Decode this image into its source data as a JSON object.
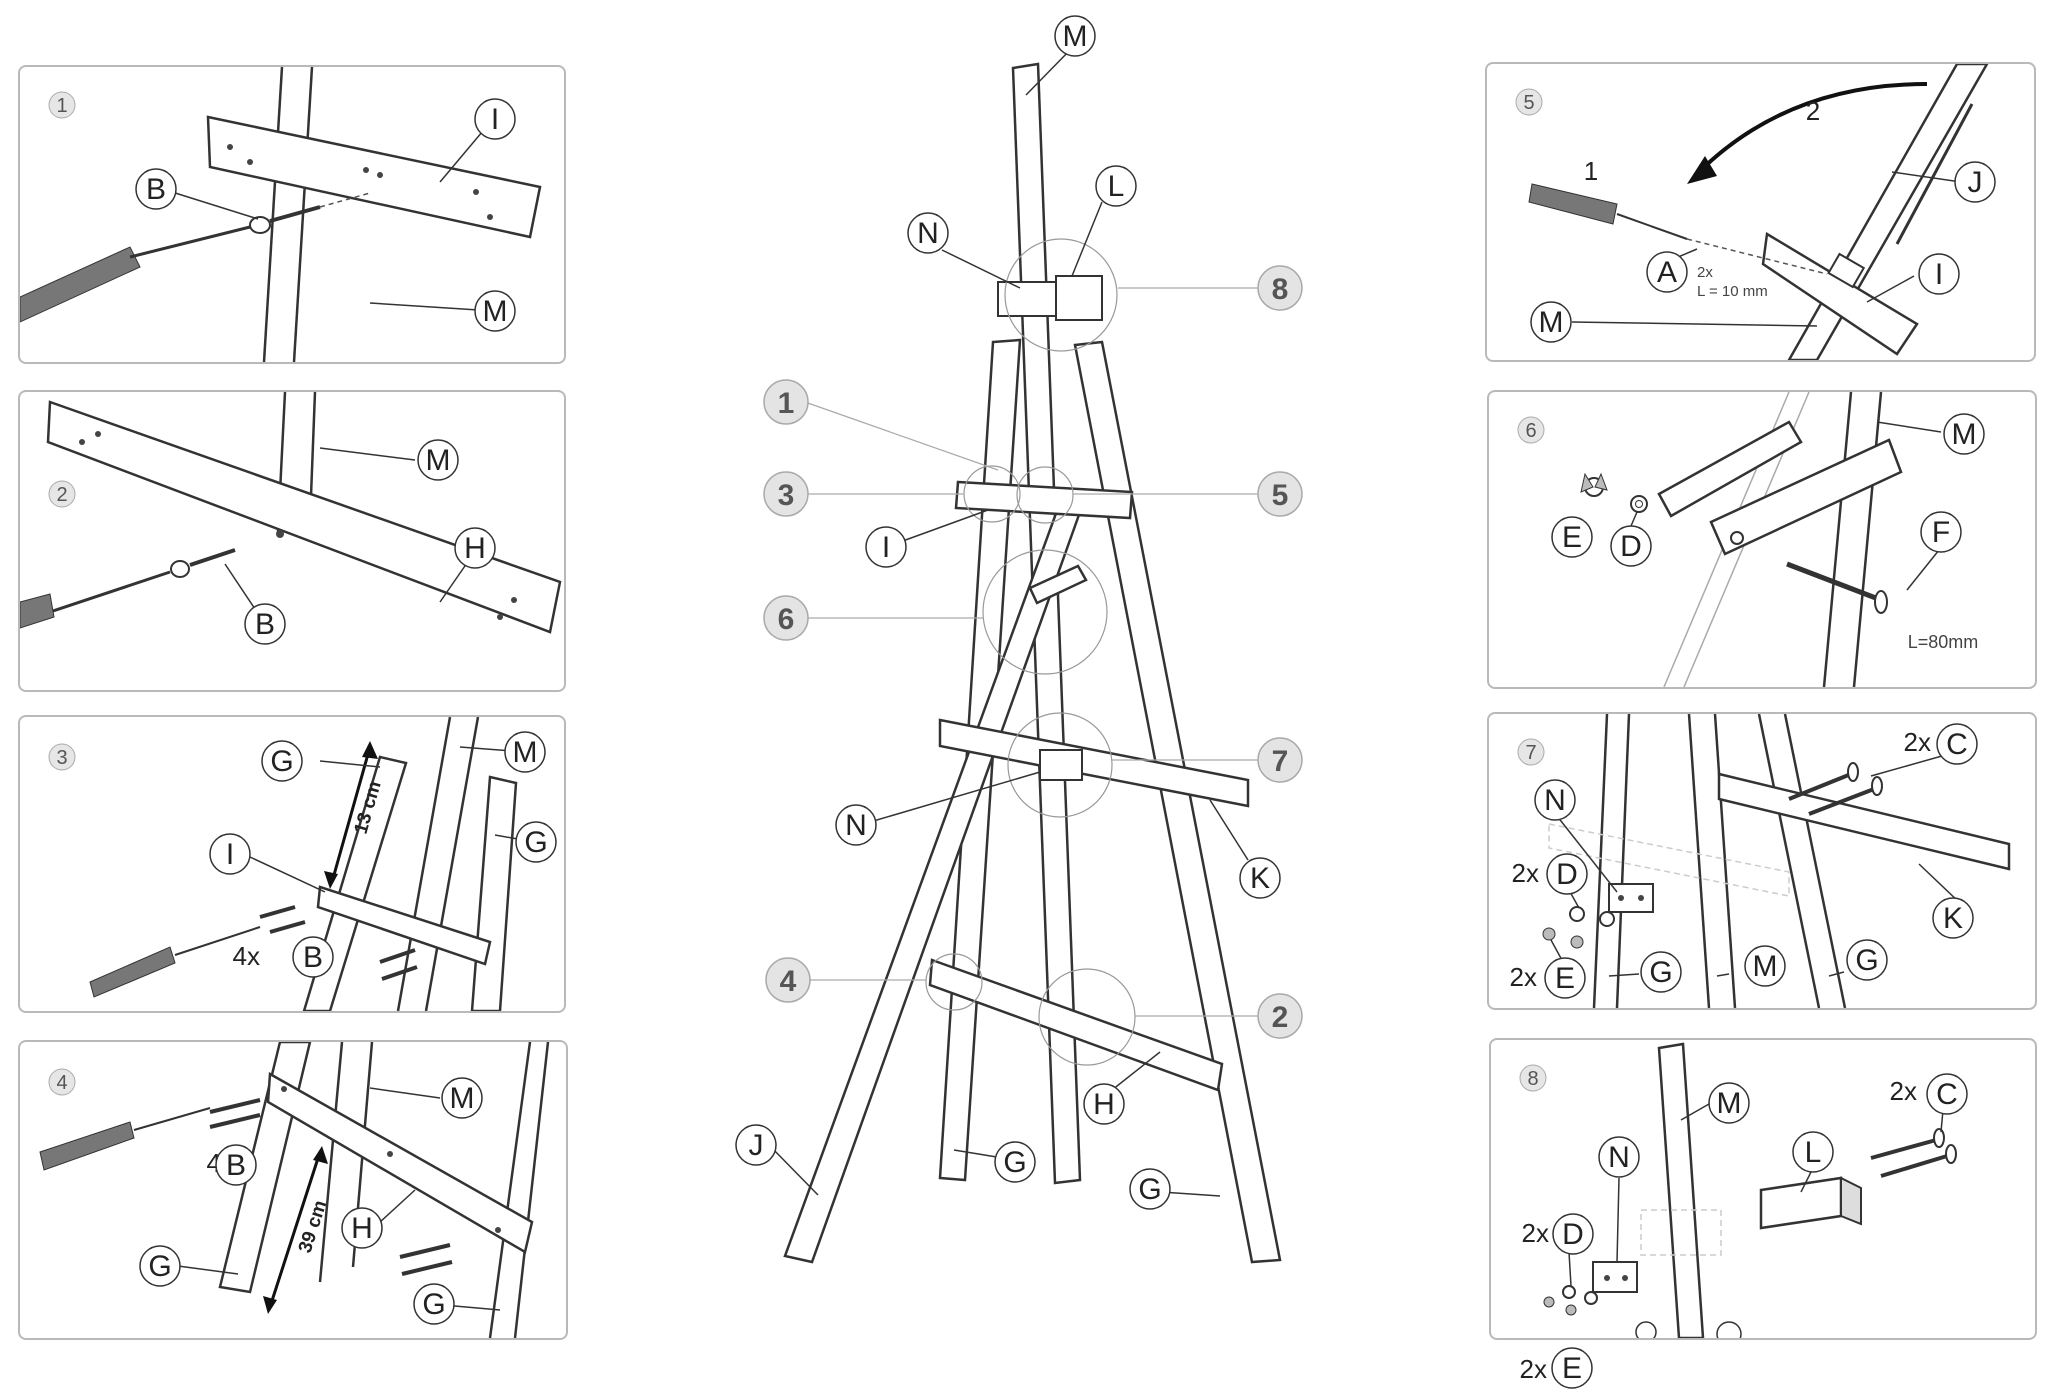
{
  "panels": [
    {
      "id": "p1",
      "step": "1",
      "labels": {
        "i": "I",
        "b": "B",
        "m": "M"
      }
    },
    {
      "id": "p2",
      "step": "2",
      "labels": {
        "m": "M",
        "h": "H",
        "b": "B"
      }
    },
    {
      "id": "p3",
      "step": "3",
      "labels": {
        "g1": "G",
        "m": "M",
        "g2": "G",
        "i": "I",
        "b": "B"
      },
      "qty_b": "4x",
      "dimension": "13 cm"
    },
    {
      "id": "p4",
      "step": "4",
      "labels": {
        "m": "M",
        "b": "B",
        "h": "H",
        "g1": "G",
        "g2": "G"
      },
      "qty_b": "4x",
      "dimension": "39 cm"
    },
    {
      "id": "p5",
      "step": "5",
      "labels": {
        "j": "J",
        "a": "A",
        "i": "I",
        "m": "M"
      },
      "sub1": "1",
      "sub2": "2",
      "screw_qty": "2x",
      "screw_len": "L = 10 mm"
    },
    {
      "id": "p6",
      "step": "6",
      "labels": {
        "m": "M",
        "e": "E",
        "d": "D",
        "f": "F"
      },
      "bolt_len": "L=80mm"
    },
    {
      "id": "p7",
      "step": "7",
      "labels": {
        "c": "C",
        "n": "N",
        "d": "D",
        "e": "E",
        "k": "K",
        "g1": "G",
        "m": "M",
        "g2": "G"
      },
      "qty_c": "2x",
      "qty_d": "2x",
      "qty_e": "2x"
    },
    {
      "id": "p8",
      "step": "8",
      "labels": {
        "m": "M",
        "c": "C",
        "n": "N",
        "l": "L",
        "d": "D",
        "e": "E"
      },
      "qty_c": "2x",
      "qty_d": "2x",
      "qty_e": "2x"
    }
  ],
  "overview": {
    "labels": {
      "m": "M",
      "n_top": "N",
      "l": "L",
      "i": "I",
      "n_mid": "N",
      "k": "K",
      "h": "H",
      "j": "J",
      "g_left": "G",
      "g_right": "G"
    },
    "callouts": {
      "c1": "1",
      "c2": "2",
      "c3": "3",
      "c4": "4",
      "c5": "5",
      "c6": "6",
      "c7": "7",
      "c8": "8"
    }
  }
}
